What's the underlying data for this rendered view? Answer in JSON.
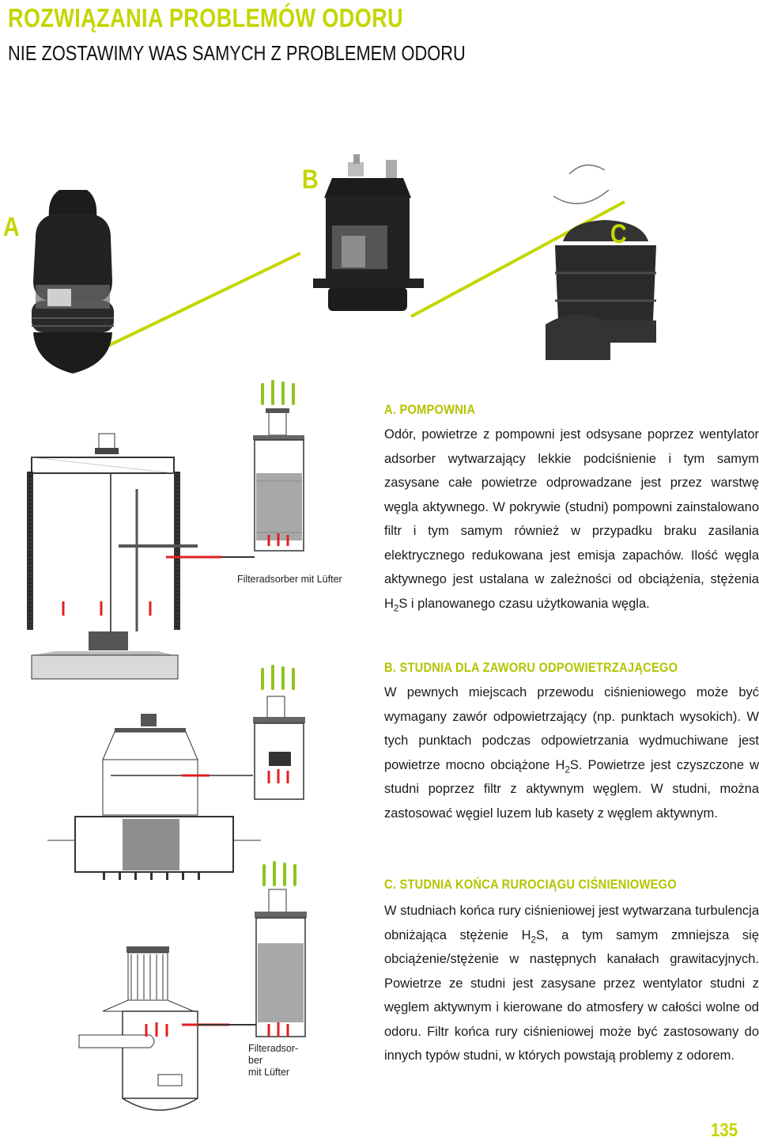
{
  "header": {
    "title": "ROZWIĄZANIA PROBLEMÓW ODORU",
    "subtitle": "NIE ZOSTAWIMY WAS SAMYCH Z PROBLEMEM ODORU"
  },
  "photo_labels": {
    "a": "A",
    "b": "B",
    "c": "C"
  },
  "captions": {
    "diagram_a": "Filteradsorber mit Lüfter",
    "diagram_c_1": "Filteradsor-",
    "diagram_c_2": "ber",
    "diagram_c_3": "mit Lüfter"
  },
  "sections": {
    "a": {
      "heading": "A. POMPOWNIA",
      "text_1": "Odór, powietrze z pompowni jest odsysane poprzez wentylator adsorber wytwarzający lekkie podciśnienie i tym samym zasysane całe powietrze odprowadzane jest przez warstwę węgla aktywnego. W pokrywie (studni) pompowni zainstalowano filtr i tym samym również w przypadku braku zasilania elektrycznego redukowana jest emisja zapachów. Ilość węgla aktywnego jest ustalana w zależności od obciążenia, stężenia H",
      "sub": "2",
      "text_2": "S i planowanego czasu użytkowania węgla."
    },
    "b": {
      "heading": "B. STUDNIA DLA ZAWORU ODPOWIETRZAJĄCEGO",
      "text_1": "W pewnych miejscach przewodu ciśnieniowego może być wymagany zawór odpowietrzający (np. punktach wysokich). W tych punktach podczas odpowietrzania wydmuchiwane jest powietrze mocno obciążone H",
      "sub": "2",
      "text_2": "S. Powietrze jest czyszczone w studni poprzez filtr z aktywnym węglem. W studni, można zastosować węgiel luzem lub kasety z węglem aktywnym."
    },
    "c": {
      "heading": "C. STUDNIA KOŃCA RUROCIĄGU CIŚNIENIOWEGO",
      "text_1": "W studniach końca rury ciśnieniowej jest wytwarzana turbulencja obniżająca stężenie H",
      "sub": "2",
      "text_2": "S, a tym samym zmniejsza się obciążenie/stężenie w następnych kanałach grawitacyjnych. Powietrze ze studni jest zasysane przez wentylator studni z węglem aktywnym i kierowane do atmosfery w całości wolne od odoru. Filtr końca rury ciśnieniowej może być zastosowany do innych typów studni, w których powstają problemy z odorem."
    }
  },
  "page_number": "135",
  "colors": {
    "accent": "#c4d600",
    "arrow_green": "#8fc31f",
    "arrow_red": "#e02020",
    "product_black": "#1c1c1c"
  }
}
